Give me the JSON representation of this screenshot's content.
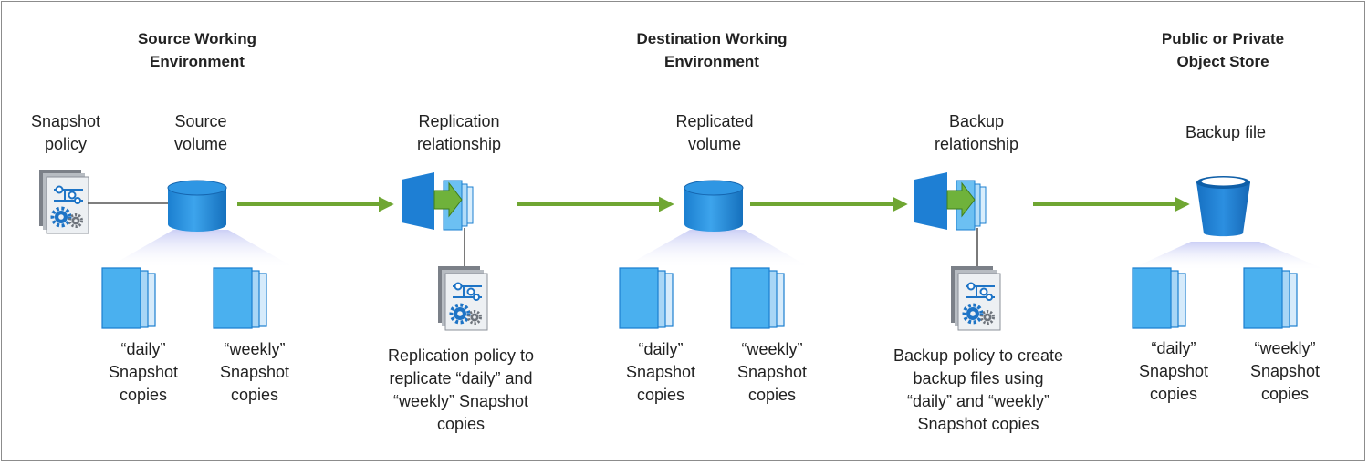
{
  "headers": {
    "source_env": [
      "Source Working",
      "Environment"
    ],
    "dest_env": [
      "Destination Working",
      "Environment"
    ],
    "object_store": [
      "Public or Private",
      "Object Store"
    ]
  },
  "labels": {
    "snapshot_policy": [
      "Snapshot",
      "policy"
    ],
    "source_volume": [
      "Source",
      "volume"
    ],
    "replication_relationship": [
      "Replication",
      "relationship"
    ],
    "replicated_volume": [
      "Replicated",
      "volume"
    ],
    "backup_relationship": [
      "Backup",
      "relationship"
    ],
    "backup_file": [
      "Backup file"
    ],
    "src_daily": [
      "“daily”",
      "Snapshot",
      "copies"
    ],
    "src_weekly": [
      "“weekly”",
      "Snapshot",
      "copies"
    ],
    "replication_policy": [
      "Replication policy to",
      "replicate “daily” and",
      "“weekly” Snapshot",
      "copies"
    ],
    "dst_daily": [
      "“daily”",
      "Snapshot",
      "copies"
    ],
    "dst_weekly": [
      "“weekly”",
      "Snapshot",
      "copies"
    ],
    "backup_policy": [
      "Backup policy to create",
      "backup files using",
      "“daily” and “weekly”",
      "Snapshot copies"
    ],
    "obj_daily": [
      "“daily”",
      "Snapshot",
      "copies"
    ],
    "obj_weekly": [
      "“weekly”",
      "Snapshot",
      "copies"
    ]
  },
  "colors": {
    "arrow_green": "#6fa632",
    "blue_dark": "#1a7fd4",
    "blue_mid": "#3ea6e8",
    "blue_light": "#a8d8f8",
    "gray_doc": "#c9cdd2"
  }
}
